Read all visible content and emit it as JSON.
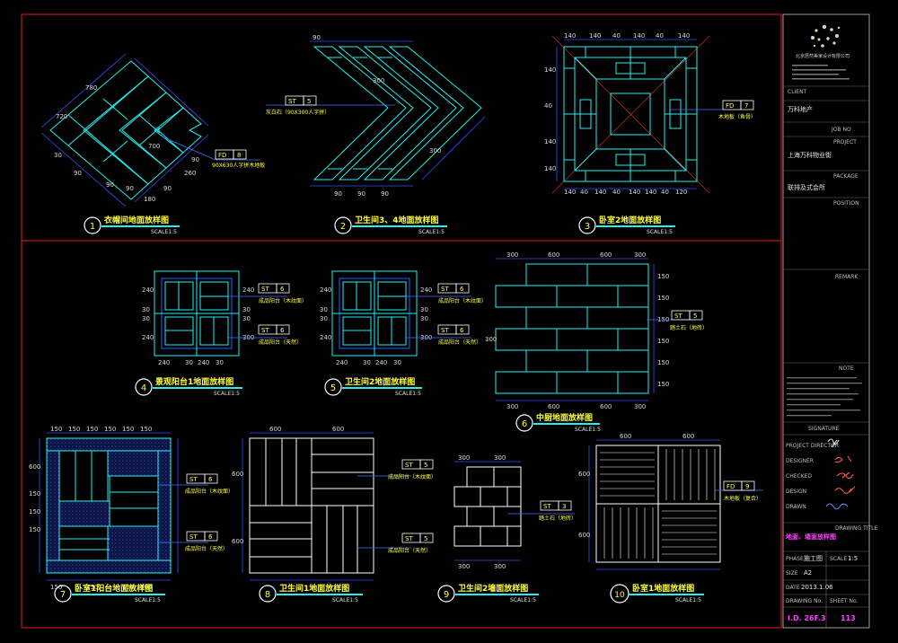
{
  "colors": {
    "frame": "#c01818",
    "tile": "#21f0f0",
    "dim": "#3a4cff",
    "text": "#ffffff",
    "title": "#ffff38",
    "dimtext": "#d8d8d8",
    "leader": "#4a6cff",
    "tag": "#ffff40"
  },
  "details": [
    {
      "num": "1",
      "title": "衣帽间地面放样图",
      "scale": "SCALE1:5",
      "tag_left": "FD",
      "tag_right": "8",
      "callout": "90X630人字拼木地板",
      "dims": [
        "720",
        "780",
        "30",
        "90",
        "700",
        "90",
        "180",
        "90",
        "260",
        "90",
        "90"
      ]
    },
    {
      "num": "2",
      "title": "卫生间3、4地面放样图",
      "scale": "SCALE1:5",
      "tag_left": "ST",
      "tag_right": "5",
      "callout": "灰白石（90X300人字拼）",
      "dims": [
        "300",
        "300",
        "90",
        "90",
        "90",
        "90"
      ]
    },
    {
      "num": "3",
      "title": "卧室2地面放样图",
      "scale": "SCALE1:5",
      "tag_left": "FD",
      "tag_right": "7",
      "callout": "木地板（鱼骨）",
      "dims": [
        "140",
        "40",
        "140",
        "40",
        "140",
        "140",
        "40",
        "120",
        "140",
        "140",
        "40",
        "140",
        "40",
        "140",
        "140",
        "40",
        "140",
        "140"
      ]
    },
    {
      "num": "4",
      "title": "景观阳台1地面放样图",
      "scale": "SCALE1:5",
      "tags": [
        {
          "left": "ST",
          "right": "6",
          "callout": "成品阳台（木纹面）"
        },
        {
          "left": "ST",
          "right": "6",
          "callout": "成品阳台（天然）"
        }
      ],
      "dims": [
        "240",
        "30",
        "30",
        "240",
        "240",
        "30",
        "30",
        "300",
        "240",
        "30",
        "240",
        "30",
        "30",
        "300",
        "240",
        "30",
        "30",
        "300"
      ]
    },
    {
      "num": "5",
      "title": "卫生间2地面放样图",
      "scale": "SCALE1:5",
      "tags": [
        {
          "left": "ST",
          "right": "6",
          "callout": "成品阳台（木纹面）"
        },
        {
          "left": "ST",
          "right": "6",
          "callout": "成品阳台（天然）"
        }
      ],
      "dims": [
        "240",
        "30",
        "30",
        "240",
        "240",
        "30",
        "30",
        "300",
        "240",
        "30",
        "240",
        "30",
        "30",
        "300",
        "240",
        "30",
        "30",
        "300"
      ]
    },
    {
      "num": "6",
      "title": "中厨地面放样图",
      "scale": "SCALE1:5",
      "tag_left": "ST",
      "tag_right": "5",
      "callout": "踏土石（地砖）",
      "dims": [
        "300",
        "600",
        "600",
        "300",
        "150",
        "150",
        "150",
        "150",
        "150",
        "150",
        "300",
        "600",
        "600",
        "300",
        "300"
      ]
    },
    {
      "num": "7",
      "title": "卧室1阳台地面放样图",
      "scale": "SCALE1:5",
      "tags": [
        {
          "left": "ST",
          "right": "6",
          "callout": "成品阳台（木纹面）"
        },
        {
          "left": "ST",
          "right": "6",
          "callout": "成品阳台（天然）"
        }
      ],
      "dims": [
        "150",
        "150",
        "150",
        "150",
        "150",
        "150",
        "600",
        "150",
        "150",
        "150",
        "150",
        "150",
        "150",
        "600"
      ]
    },
    {
      "num": "8",
      "title": "卫生间1地面放样图",
      "scale": "SCALE1:5",
      "tags": [
        {
          "left": "ST",
          "right": "5",
          "callout": "成品阳台（木纹面）"
        },
        {
          "left": "ST",
          "right": "5",
          "callout": "成品阳台（天然）"
        }
      ],
      "dims": [
        "600",
        "600",
        "600",
        "600"
      ]
    },
    {
      "num": "9",
      "title": "卫生间2墙面放样图",
      "scale": "SCALE1:5",
      "tag_left": "ST",
      "tag_right": "3",
      "callout": "踏土石（地砖）",
      "dims": [
        "300",
        "300",
        "300",
        "300"
      ]
    },
    {
      "num": "10",
      "title": "卧室1地面放样图",
      "scale": "SCALE1:5",
      "tag_left": "FD",
      "tag_right": "9",
      "callout": "木地板（复合）",
      "dims": [
        "600",
        "600",
        "600",
        "600"
      ]
    }
  ],
  "title_block": {
    "company_line": "北京居然美家设计有限公司",
    "client_label": "CLIENT",
    "client": "万科地产",
    "job_label": "JOB NO",
    "project_label": "PROJECT",
    "project": "上海万科物业街",
    "package_label": "PACKAGE",
    "package": "联排及式会所",
    "position_label": "POSITION",
    "remark_label": "REMARK",
    "note_label": "NOTE",
    "signature_label": "SIGNATURE",
    "sign_rows": [
      {
        "label": "PROJECT DIRECTOR"
      },
      {
        "label": "DESIGNER"
      },
      {
        "label": "CHECKED"
      },
      {
        "label": "DESIGN"
      },
      {
        "label": "DRAWN"
      }
    ],
    "drawing_title_label": "DRAWING TITLE",
    "drawing_title": "地面、墙面放样图",
    "phase_label": "PHASE",
    "phase": "施工图",
    "scale_label": "SCALE",
    "scale": "1:5",
    "size_label": "SIZE",
    "size": "A2",
    "date_label": "DATE",
    "date": "2013.1.06",
    "drawing_no_label": "DRAWING No.",
    "sheet_no_label": "SHEET No.",
    "drawing_no": "I.D. 26F.3",
    "sheet_no": "113"
  }
}
